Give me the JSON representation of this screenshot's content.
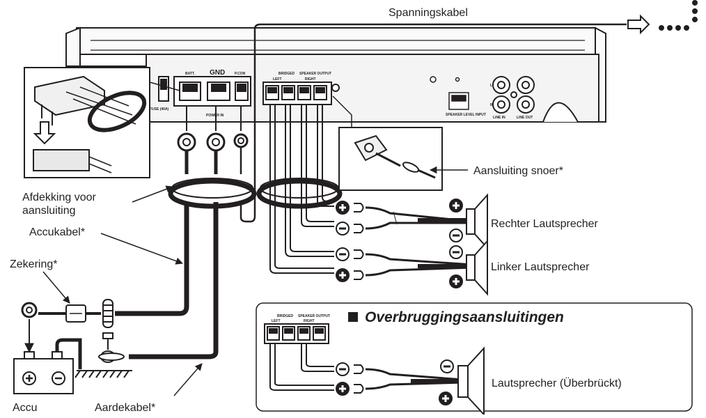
{
  "labels": {
    "power_cable": "Spanningskabel",
    "terminal_cover_line1": "Afdekking voor",
    "terminal_cover_line2": "aansluiting",
    "battery_cable": "Accukabel*",
    "fuse": "Zekering*",
    "battery": "Accu",
    "ground_cable": "Aardekabel*",
    "connection_cord": "Aansluiting snoer*",
    "right_speaker": "Rechter Lautsprecher",
    "left_speaker": "Linker Lautsprecher"
  },
  "bridge": {
    "title": "Overbruggingsaansluitingen",
    "speaker": "Lautsprecher (Überbrückt)"
  },
  "amp_panel": {
    "batt": "BATT.",
    "gnd": "GND",
    "rcon": "P.CON",
    "power_in": "POWER IN",
    "fuse_rating": "FUSE (40A)",
    "speaker_output": "SPEAKER OUTPUT",
    "bridged": "BRIDGED",
    "left": "LEFT",
    "right": "RIGHT",
    "speaker_level_input": "SPEAKER LEVEL INPUT",
    "line_in": "LINE IN",
    "line_out": "LINE OUT",
    "ch_l": "L",
    "ch_r": "R"
  },
  "colors": {
    "ink": "#231f20",
    "background": "#ffffff",
    "panel_fill": "#f4f4f4"
  }
}
